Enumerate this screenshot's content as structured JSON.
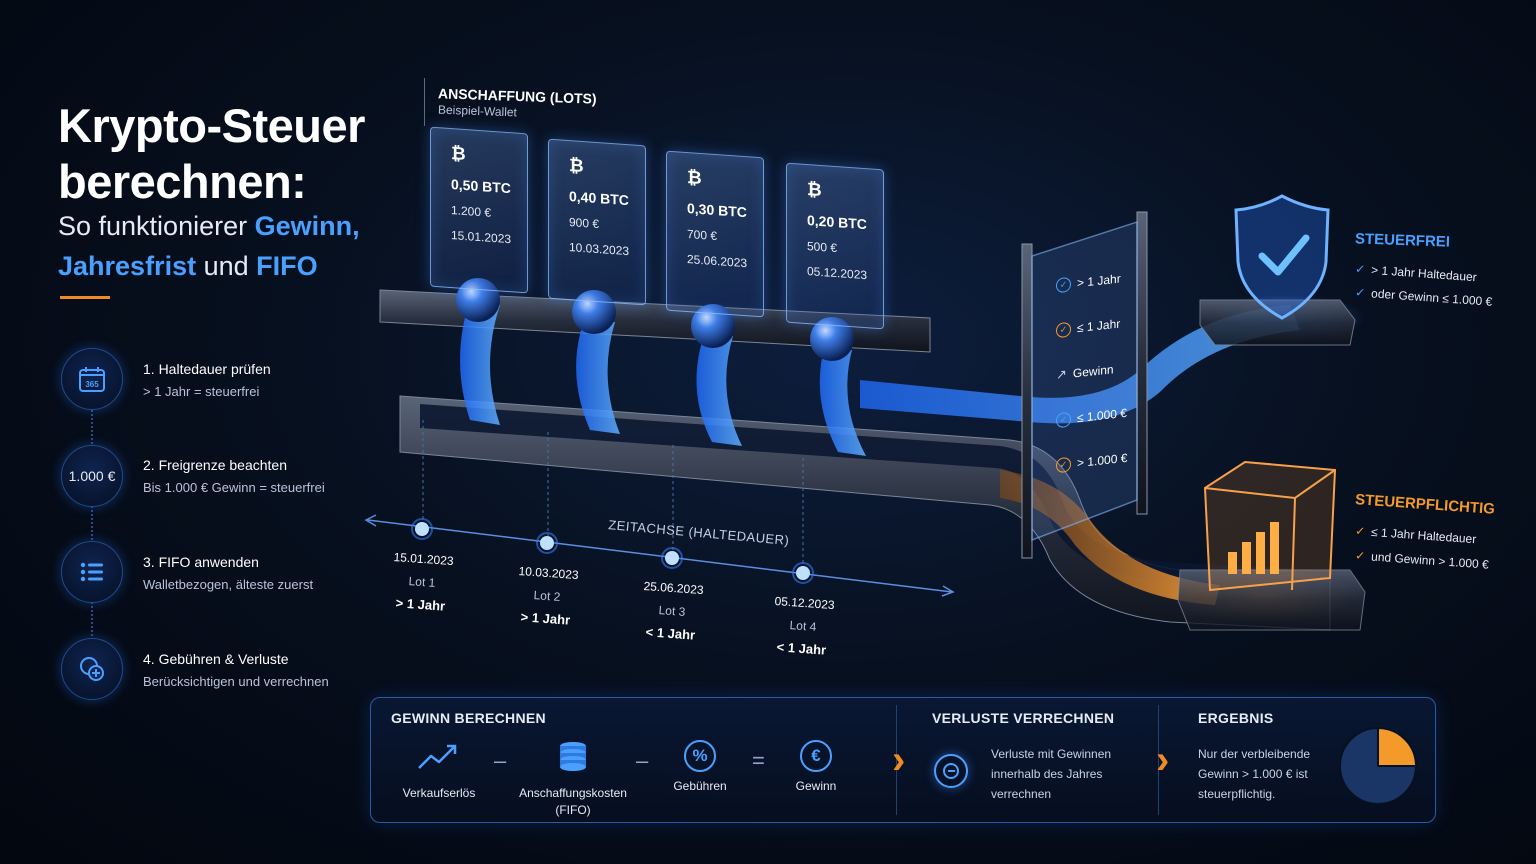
{
  "header": {
    "title_line1": "Krypto-Steuer",
    "title_line2": "berechnen:",
    "subtitle_a": "So funktionierer ",
    "subtitle_hl1": "Gewinn,",
    "subtitle_hl2": "Jahresfrist",
    "subtitle_b": " und ",
    "subtitle_hl3": "FIFO"
  },
  "steps": [
    {
      "title": "1.  Haltedauer prüfen",
      "sub": "> 1 Jahr = steuerfrei",
      "icon": "calendar-icon",
      "icon_text": "365"
    },
    {
      "title": "2.  Freigrenze beachten",
      "sub": "Bis 1.000 € Gewinn = steuerfrei",
      "icon": "euro-limit-icon",
      "icon_text": "1.000 €"
    },
    {
      "title": "3.  FIFO anwenden",
      "sub": "Walletbezogen, älteste zuerst",
      "icon": "list-icon"
    },
    {
      "title": "4.  Gebühren & Verluste",
      "sub": "Berücksichtigen und verrechnen",
      "icon": "coins-plus-icon"
    }
  ],
  "lots_section": {
    "title": "ANSCHAFFUNG (LOTS)",
    "subtitle": "Beispiel-Wallet",
    "currency_symbol": "₿",
    "lots": [
      {
        "amount": "0,50 BTC",
        "cost": "1.200 €",
        "date": "15.01.2023"
      },
      {
        "amount": "0,40 BTC",
        "cost": "900 €",
        "date": "10.03.2023"
      },
      {
        "amount": "0,30 BTC",
        "cost": "700 €",
        "date": "25.06.2023"
      },
      {
        "amount": "0,20 BTC",
        "cost": "500 €",
        "date": "05.12.2023"
      }
    ]
  },
  "timeline": {
    "label": "ZEITACHSE (HALTEDAUER)",
    "points": [
      {
        "date": "15.01.2023",
        "lot": "Lot 1",
        "hold": "> 1 Jahr"
      },
      {
        "date": "10.03.2023",
        "lot": "Lot 2",
        "hold": "> 1 Jahr"
      },
      {
        "date": "25.06.2023",
        "lot": "Lot 3",
        "hold": "< 1 Jahr"
      },
      {
        "date": "05.12.2023",
        "lot": "Lot 4",
        "hold": "< 1 Jahr"
      }
    ]
  },
  "checks": [
    {
      "label": "> 1 Jahr",
      "color": "#4aa0ff"
    },
    {
      "label": "≤ 1 Jahr",
      "color": "#f39a2b"
    },
    {
      "label": "Gewinn",
      "color": "#c5d0e6"
    },
    {
      "label": "≤ 1.000 €",
      "color": "#4aa0ff"
    },
    {
      "label": "> 1.000 €",
      "color": "#f39a2b"
    }
  ],
  "outcomes": {
    "free": {
      "title": "STEUERFREI",
      "rows": [
        "> 1 Jahr Haltedauer",
        "oder Gewinn ≤ 1.000 €"
      ],
      "color": "#4aa0ff"
    },
    "taxable": {
      "title": "STEUERPFLICHTIG",
      "rows": [
        "≤ 1 Jahr Haltedauer",
        "und Gewinn > 1.000 €"
      ],
      "color": "#f39a2b"
    }
  },
  "bottom": {
    "calc": {
      "title": "GEWINN BERECHNEN",
      "items": [
        "Verkaufserlös",
        "Anschaffungskosten\n(FIFO)",
        "Gebühren",
        "Gewinn"
      ],
      "ops": [
        "–",
        "–",
        "="
      ]
    },
    "loss": {
      "title": "VERLUSTE VERRECHNEN",
      "text": [
        "Verluste mit Gewinnen",
        "innerhalb des Jahres",
        "verrechnen"
      ]
    },
    "result": {
      "title": "ERGEBNIS",
      "text": [
        "Nur der verbleibende",
        "Gewinn > 1.000 € ist",
        "steuerpflichtig."
      ],
      "pie": [
        {
          "share": 0.25,
          "color": "#f39a2b"
        },
        {
          "share": 0.75,
          "color": "#1a3666"
        }
      ]
    }
  }
}
